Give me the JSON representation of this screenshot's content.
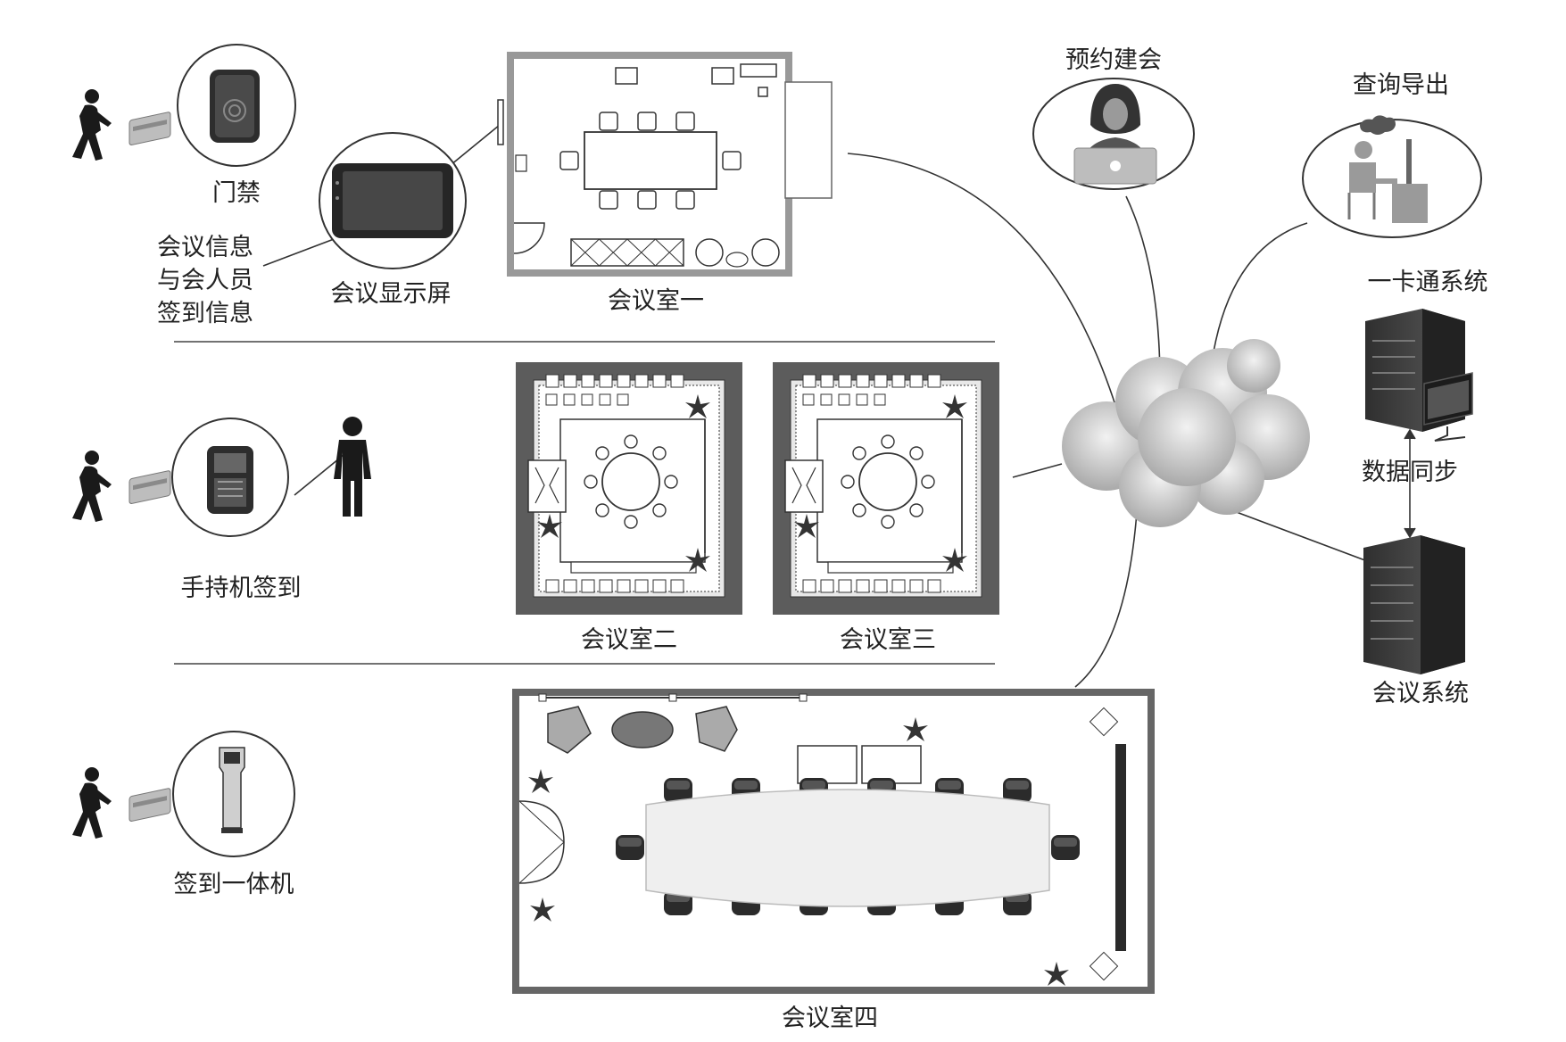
{
  "labels": {
    "door_access": "门禁",
    "meeting_info_1": "会议信息",
    "meeting_info_2": "与会人员",
    "meeting_info_3": "签到信息",
    "display_screen": "会议显示屏",
    "handheld_signin": "手持机签到",
    "kiosk_signin": "签到一体机",
    "room1": "会议室一",
    "room2": "会议室二",
    "room3": "会议室三",
    "room4": "会议室四",
    "booking": "预约建会",
    "query_export": "查询导出",
    "card_system": "一卡通系统",
    "data_sync": "数据同步",
    "meeting_system": "会议系统"
  },
  "icons": {
    "walking_person": "walking-person-icon",
    "card_reader": "card-reader-icon",
    "display": "display-icon",
    "handheld": "handheld-device-icon",
    "kiosk": "kiosk-icon",
    "cloud": "cloud-icon",
    "server": "server-icon",
    "user": "user-icon",
    "standing_person": "standing-person-icon"
  },
  "colors": {
    "ink": "#222222",
    "wall": "#8c8c8c",
    "dark_wall": "#555555",
    "cloud": "#bdbdbd",
    "server": "#3d3d3d"
  }
}
